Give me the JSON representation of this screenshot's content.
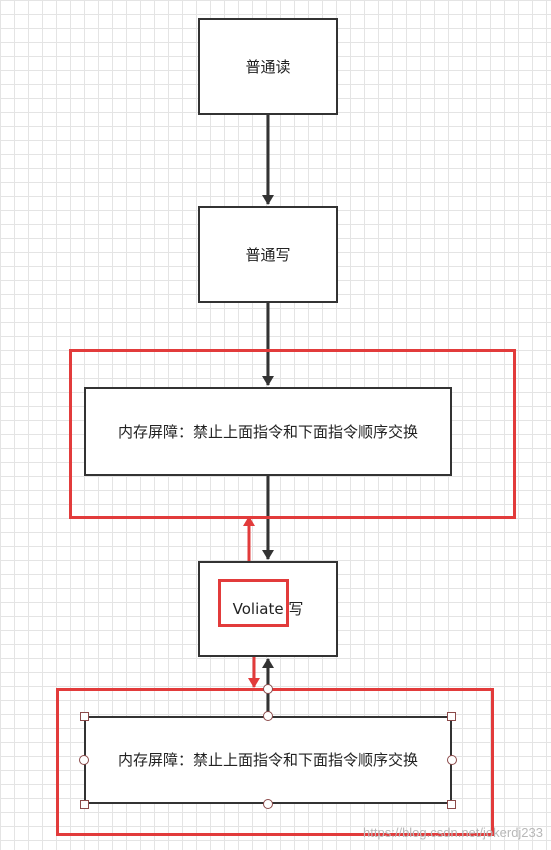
{
  "nodes": {
    "normal_read": "普通读",
    "normal_write": "普通写",
    "barrier_upper": "内存屏障：禁止上面指令和下面指令顺序交换",
    "volatile_write_word": "Voliate",
    "volatile_write_suffix": "写",
    "barrier_lower": "内存屏障：禁止上面指令和下面指令顺序交换"
  },
  "watermark": "https://blog.csdn.net/jokerdj233",
  "colors": {
    "highlight": "#e23b3b",
    "node_border": "#333333",
    "grid": "#e4e4e4"
  }
}
